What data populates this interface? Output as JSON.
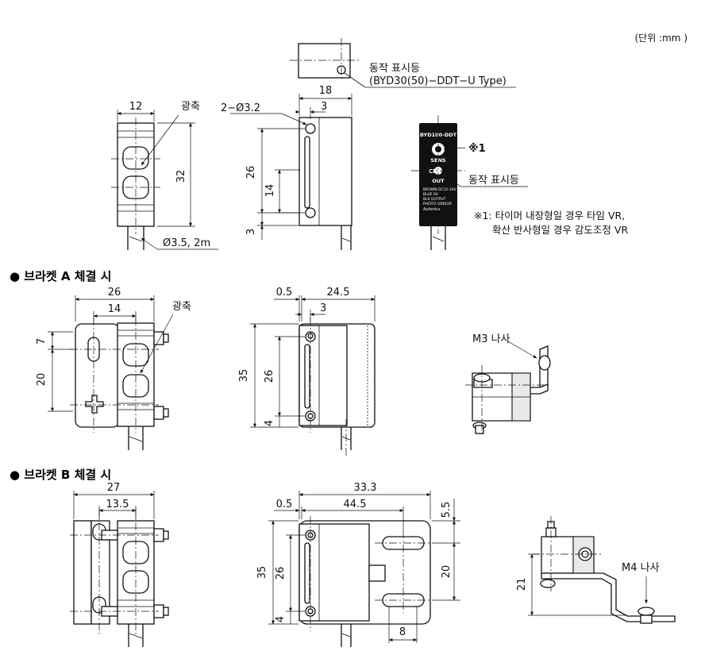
{
  "unit_note": "(단위 :mm )",
  "sections": {
    "bracket_a": "● 브라켓 A 체결 시",
    "bracket_b": "● 브라켓 B 체결 시"
  },
  "top": {
    "dim_12": "12",
    "label_light_axis": "광축",
    "dim_32": "32",
    "label_cable": "Ø3.5, 2m",
    "dim_hole": "2−Ø3.2",
    "dim_3_top": "3",
    "dim_18": "18",
    "dim_26": "26",
    "dim_14": "14",
    "dim_3_side": "3",
    "label_indicator": "동작 표시등",
    "label_indicator_model": "(BYD30(50)−DDT−U Type)",
    "front_model": "BYD100-DDT",
    "front_sens": "SENS",
    "front_out": "OUT",
    "front_brand": "Autonics",
    "front_line1": "BROWN DC12-24V",
    "front_line2": "BLUE 0V",
    "front_line3": "BLK OUTPUT",
    "front_line4": "PHOTO SENSOR",
    "mark_1": "※1",
    "label_indicator2": "동작 표시등",
    "note_line1": "※1: 타이머 내장형일 경우 타임 VR,",
    "note_line2": "확산 반사형일 경우 감도조정 VR"
  },
  "bracket_a": {
    "dim_26": "26",
    "dim_14": "14",
    "label_light_axis": "광축",
    "dim_7": "7",
    "dim_20": "20",
    "dim_05": "0.5",
    "dim_245": "24.5",
    "dim_3": "3",
    "dim_35": "35",
    "dim_26v": "26",
    "dim_4": "4",
    "label_screw": "M3 나사"
  },
  "bracket_b": {
    "dim_27": "27",
    "dim_135": "13.5",
    "dim_333": "33.3",
    "dim_05": "0.5",
    "dim_445": "44.5",
    "dim_55": "5.5",
    "dim_35": "35",
    "dim_26": "26",
    "dim_20": "20",
    "dim_4": "4",
    "dim_8": "8",
    "dim_21": "21",
    "label_screw": "M4 나사"
  }
}
